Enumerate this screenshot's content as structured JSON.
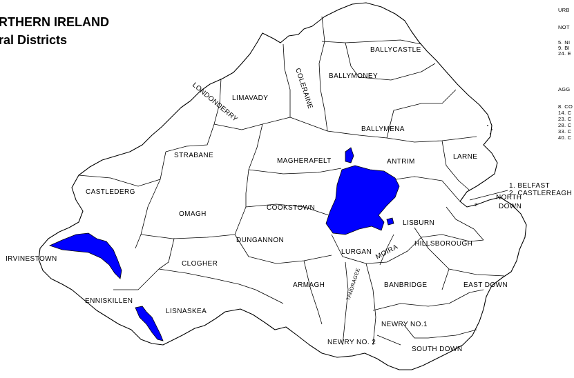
{
  "title": {
    "line1": "RTHERN IRELAND",
    "line2": "ral Districts"
  },
  "legend": {
    "heading_urban": "URB",
    "heading_not": "NOT",
    "not_items": [
      "5. NI",
      "9. BI",
      "24. E"
    ],
    "heading_agg": "AGG",
    "agg_items": [
      "8. CO",
      "14. C",
      "23. C",
      "28. C",
      "33. C",
      "40. C"
    ],
    "callout_1": "1. BELFAST",
    "callout_2": "2. CASTLEREAGH",
    "callout_marker": "2"
  },
  "colors": {
    "water": "#0000ff",
    "outline": "#000000",
    "land": "#ffffff"
  },
  "districts": [
    {
      "id": "ballycastle",
      "label": "BALLYCASTLE"
    },
    {
      "id": "ballymoney",
      "label": "BALLYMONEY"
    },
    {
      "id": "coleraine",
      "label": "COLERAINE"
    },
    {
      "id": "limavady",
      "label": "LIMAVADY"
    },
    {
      "id": "londonderry",
      "label": "LONDONDERRY"
    },
    {
      "id": "ballymena",
      "label": "BALLYMENA"
    },
    {
      "id": "strabane",
      "label": "STRABANE"
    },
    {
      "id": "magherafelt",
      "label": "MAGHERAFELT"
    },
    {
      "id": "antrim",
      "label": "ANTRIM"
    },
    {
      "id": "larne",
      "label": "LARNE"
    },
    {
      "id": "castlederg",
      "label": "CASTLEDERG"
    },
    {
      "id": "omagh",
      "label": "OMAGH"
    },
    {
      "id": "cookstown",
      "label": "COOKSTOWN"
    },
    {
      "id": "north-down",
      "label_line1": "NORTH",
      "label_line2": "DOWN"
    },
    {
      "id": "lisburn",
      "label": "LISBURN"
    },
    {
      "id": "dungannon",
      "label": "DUNGANNON"
    },
    {
      "id": "hillsborough",
      "label": "HILLSBOROUGH"
    },
    {
      "id": "lurgan",
      "label": "LURGAN"
    },
    {
      "id": "moira",
      "label": "MOIRA"
    },
    {
      "id": "irvinestown",
      "label": "IRVINESTOWN"
    },
    {
      "id": "clogher",
      "label": "CLOGHER"
    },
    {
      "id": "armagh",
      "label": "ARMAGH"
    },
    {
      "id": "tandragee",
      "label": "TANDRAGEE"
    },
    {
      "id": "banbridge",
      "label": "BANBRIDGE"
    },
    {
      "id": "east-down",
      "label": "EAST DOWN"
    },
    {
      "id": "enniskillen",
      "label": "ENNISKILLEN"
    },
    {
      "id": "lisnaskea",
      "label": "LISNASKEA"
    },
    {
      "id": "newry-1",
      "label": "NEWRY NO.1"
    },
    {
      "id": "newry-2",
      "label": "NEWRY NO. 2"
    },
    {
      "id": "south-down",
      "label": "SOUTH DOWN"
    }
  ]
}
